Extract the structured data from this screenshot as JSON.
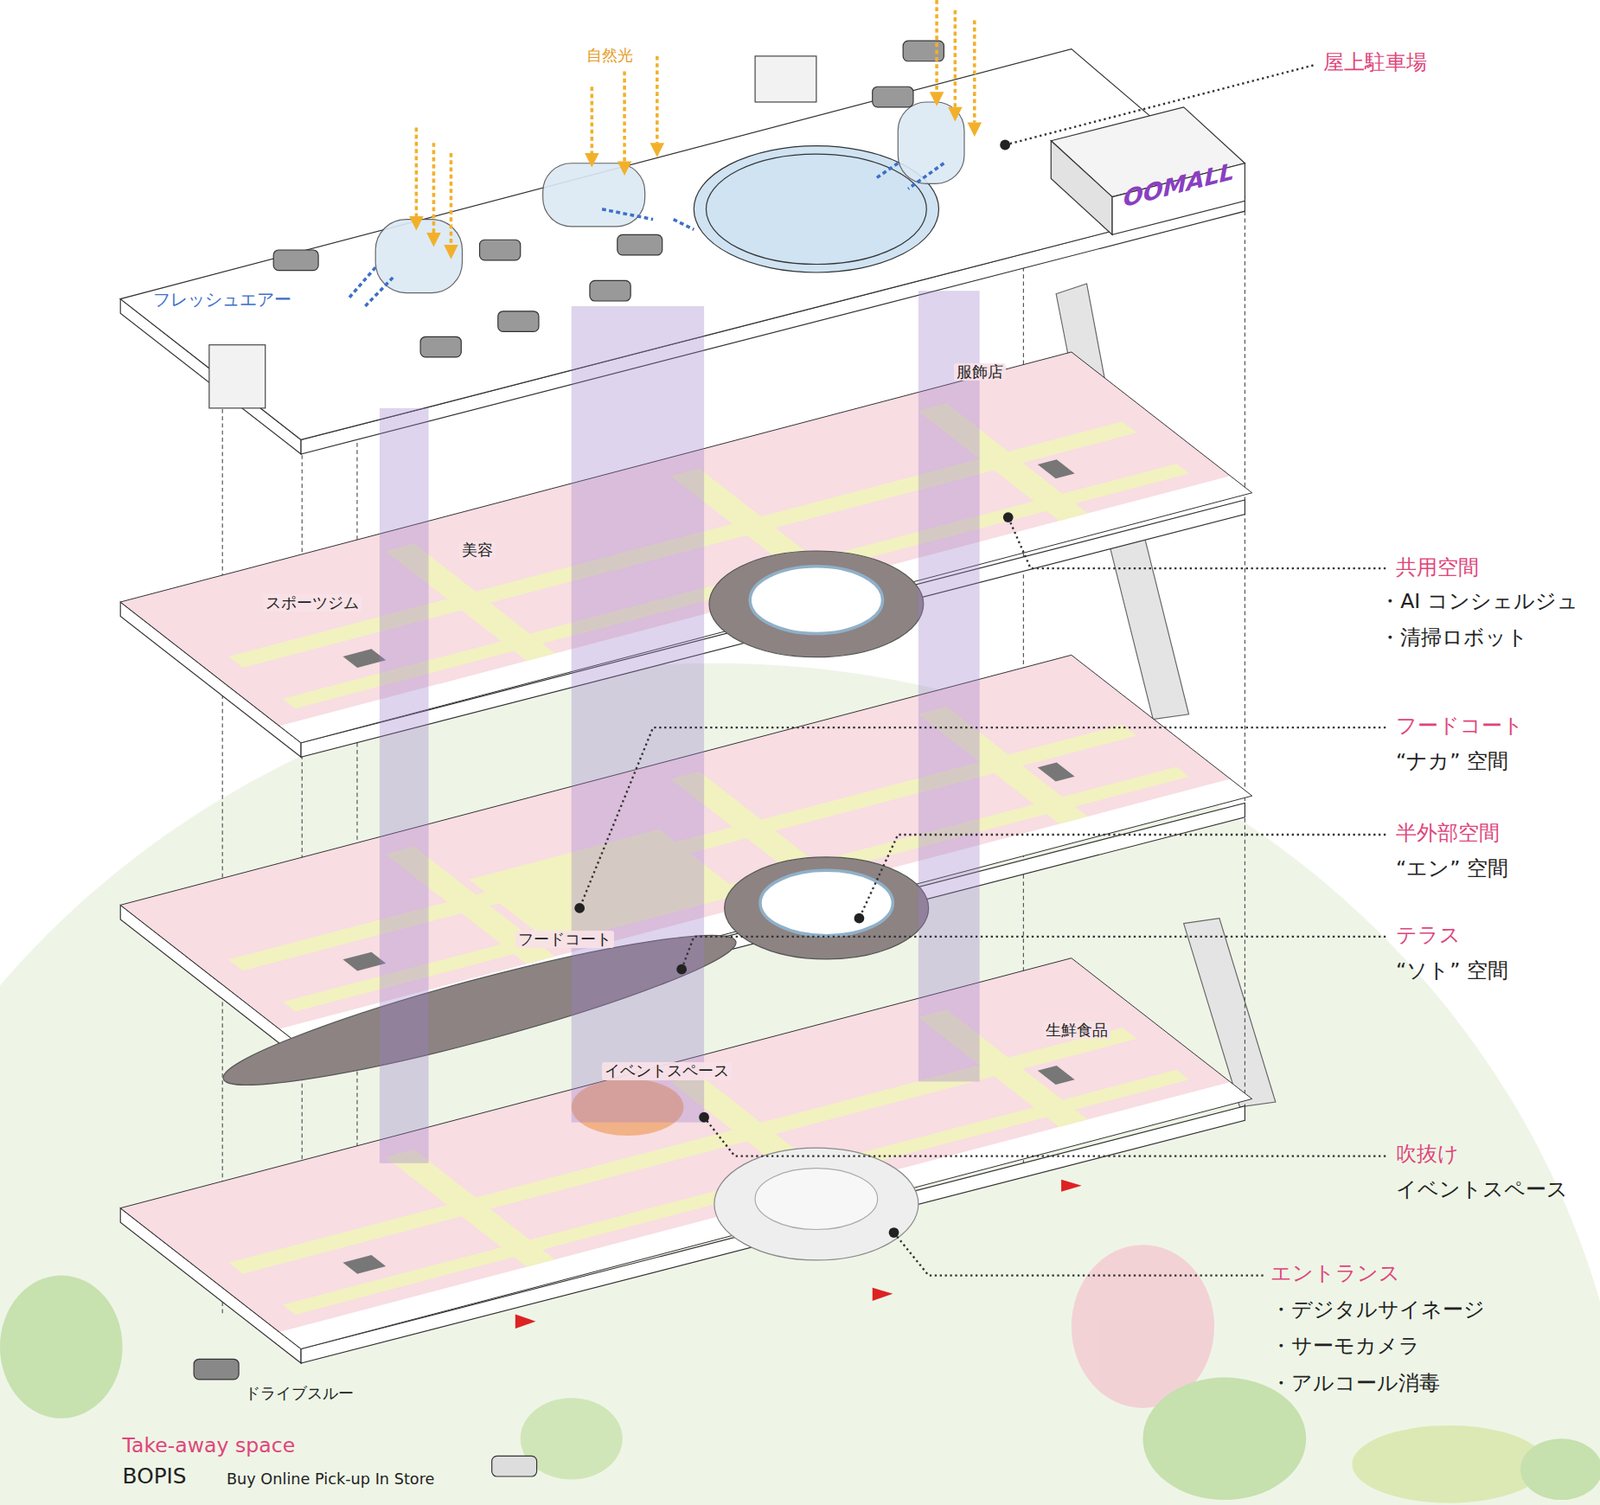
{
  "diagram": {
    "nodes": [
      {
        "text": [
          "OOMALL"
        ]
      }
    ],
    "labels": [
      "自然光",
      "フレッシュエアー",
      "屋上駐車場",
      "服飾店",
      "美容",
      "スポーツジム",
      "共用空間",
      "・AI コンシェルジュ",
      "・清掃ロボット",
      "フードコート",
      "“ナカ” 空間",
      "半外部空間",
      "“エン” 空間",
      "テラス",
      "“ソト” 空間",
      "フードコート",
      "生鮮食品",
      "イベントスペース",
      "吹抜け",
      "イベントスペース",
      "エントランス",
      "・デジタルサイネージ",
      "・サーモカメラ",
      "・アルコール消毒",
      "ドライブスルー",
      "Take-away space",
      "BOPIS",
      "Buy Online Pick-up In Store"
    ]
  }
}
